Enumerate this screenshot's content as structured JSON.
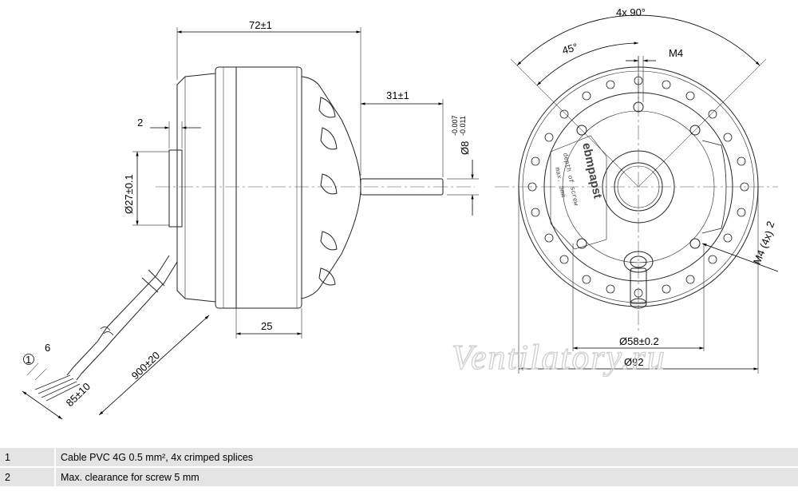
{
  "dimensions": {
    "length_72": "72±1",
    "shaft_31": "31±1",
    "gap_2": "2",
    "shaft_dia_main": "Ø8",
    "shaft_dia_tol_upper": "-0.007",
    "shaft_dia_tol_lower": "-0.011",
    "hub_dia": "Ø27±0.1",
    "rotor_width_25": "25",
    "cable_length": "900±20",
    "cable_strip": "85±10",
    "cable_end_6": "6",
    "angle_4x90": "4x 90°",
    "angle_45": "45°",
    "thread_m4": "M4",
    "thread_m4_4x": "M4 (4x)",
    "bolt_circle": "Ø58±0.2",
    "outer_dia": "Ø92"
  },
  "callouts": {
    "callout_1": "1",
    "callout_2": "2"
  },
  "labels": {
    "brand": "ebmpapst",
    "depth_line1": "depth of screw",
    "depth_line2": "max. 5mm"
  },
  "watermark": "Ventilatory.ru",
  "notes": [
    {
      "num": "1",
      "text": "Cable PVC 4G 0.5 mm², 4x crimped splices"
    },
    {
      "num": "2",
      "text": "Max. clearance for screw 5 mm"
    }
  ]
}
